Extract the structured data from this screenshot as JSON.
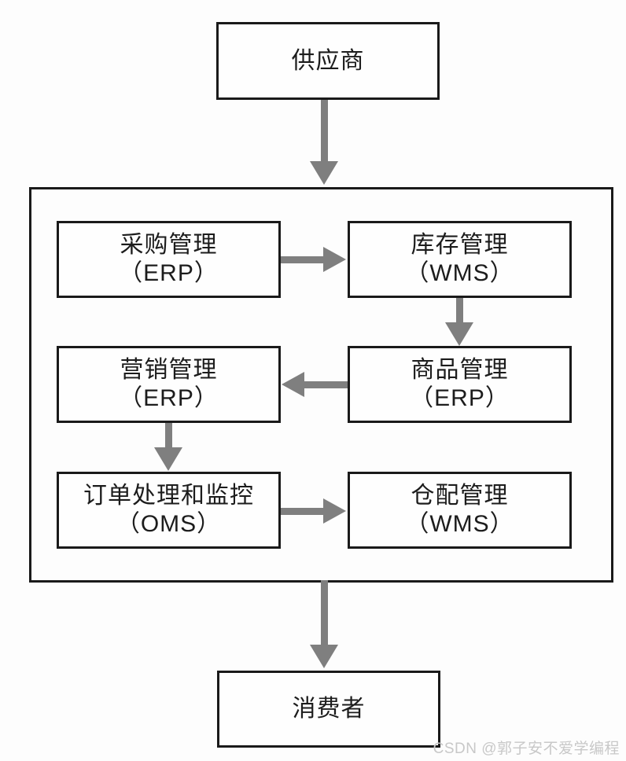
{
  "diagram": {
    "nodes": {
      "supplier": {
        "label": "供应商"
      },
      "procurement": {
        "line1": "采购管理",
        "line2": "（ERP）"
      },
      "inventory": {
        "line1": "库存管理",
        "line2": "（WMS）"
      },
      "marketing": {
        "line1": "营销管理",
        "line2": "（ERP）"
      },
      "product": {
        "line1": "商品管理",
        "line2": "（ERP）"
      },
      "order": {
        "line1": "订单处理和监控",
        "line2": "（OMS）"
      },
      "warehouse": {
        "line1": "仓配管理",
        "line2": "（WMS）"
      },
      "consumer": {
        "label": "消费者"
      }
    },
    "edges": [
      {
        "from": "supplier",
        "to": "system-container",
        "direction": "down"
      },
      {
        "from": "procurement",
        "to": "inventory",
        "direction": "right"
      },
      {
        "from": "inventory",
        "to": "product",
        "direction": "down"
      },
      {
        "from": "product",
        "to": "marketing",
        "direction": "left"
      },
      {
        "from": "marketing",
        "to": "order",
        "direction": "down"
      },
      {
        "from": "order",
        "to": "warehouse",
        "direction": "right"
      },
      {
        "from": "system-container",
        "to": "consumer",
        "direction": "down"
      }
    ]
  },
  "colors": {
    "arrow": "#7f7f7f",
    "border": "#1a1a1a",
    "watermark": "#c8c8c8"
  },
  "watermark": {
    "text": "CSDN @郭子安不爱学编程"
  }
}
